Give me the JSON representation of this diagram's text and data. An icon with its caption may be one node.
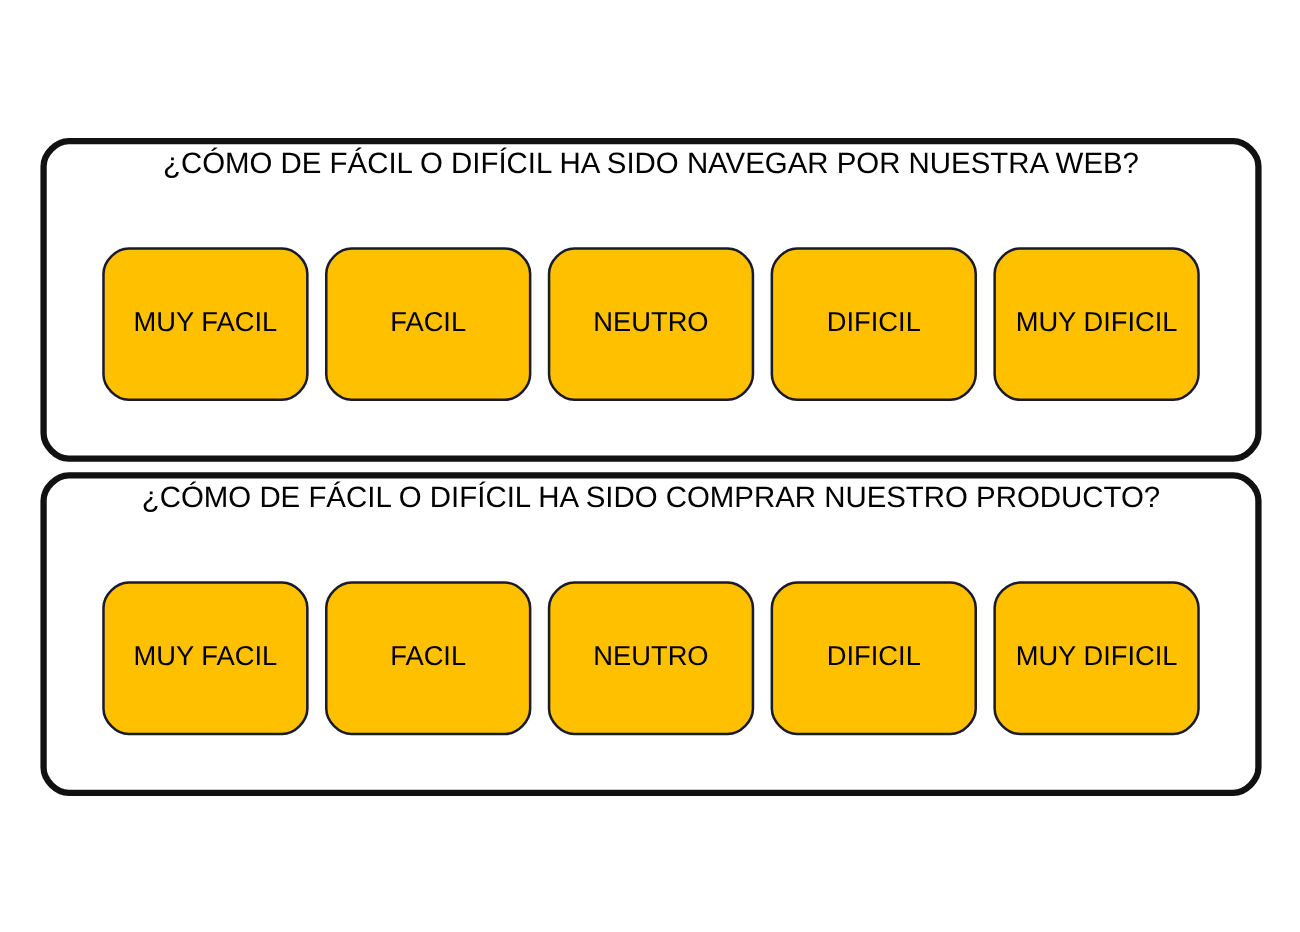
{
  "diagram": {
    "nodes": [
      {
        "text": [
          "¿CÓMO DE FÁCIL O DIFÍCIL HA SIDO NAVEGAR POR NUESTRA WEB?"
        ]
      },
      {
        "text": [
          "MUY FACIL"
        ],
        "in": 0
      },
      {
        "text": [
          "FACIL"
        ],
        "in": 0
      },
      {
        "text": [
          "NEUTRO"
        ],
        "in": 0
      },
      {
        "text": [
          "DIFICIL"
        ],
        "in": 0
      },
      {
        "text": [
          "MUY DIFICIL"
        ],
        "in": 0
      },
      {
        "text": [
          "¿CÓMO DE FÁCIL O DIFÍCIL HA SIDO COMPRAR NUESTRO PRODUCTO?"
        ]
      },
      {
        "text": [
          "MUY FACIL"
        ],
        "in": 6
      },
      {
        "text": [
          "FACIL"
        ],
        "in": 6
      },
      {
        "text": [
          "NEUTRO"
        ],
        "in": 6
      },
      {
        "text": [
          "DIFICIL"
        ],
        "in": 6
      },
      {
        "text": [
          "MUY DIFICIL"
        ],
        "in": 6
      }
    ],
    "edges": []
  }
}
